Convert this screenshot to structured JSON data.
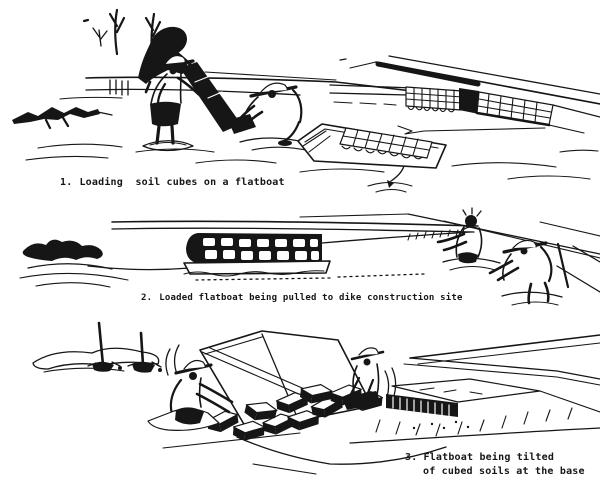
{
  "page": {
    "background": "#ffffff",
    "ink": "#161616",
    "kind": "instructional line-drawing, 3 numbered scenes"
  },
  "figure": {
    "scenes": [
      {
        "number": "1.",
        "caption": "Loading  soil cubes on a flatboat"
      },
      {
        "number": "2.",
        "caption": "Loaded flatboat being pulled to dike construction site"
      },
      {
        "number": "3.",
        "caption": "Flatboat being tilted",
        "caption_line2": "of cubed soils at the base"
      }
    ]
  }
}
